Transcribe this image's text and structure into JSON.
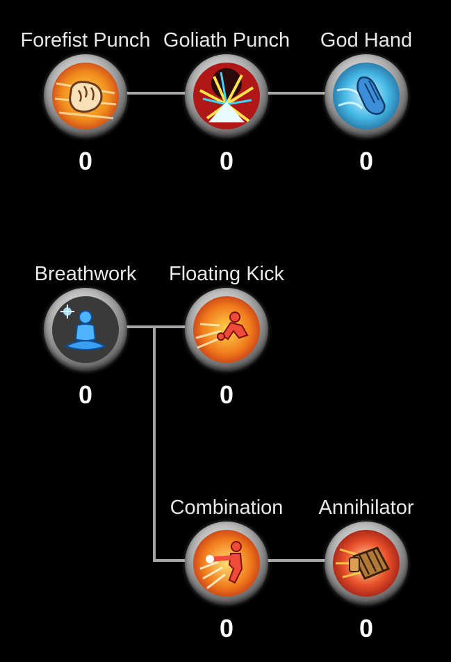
{
  "skill_tree": {
    "row1": {
      "forefist_punch": {
        "name": "Forefist Punch",
        "level": "0",
        "icon": "fist-icon"
      },
      "goliath_punch": {
        "name": "Goliath Punch",
        "level": "0",
        "icon": "impact-burst-icon"
      },
      "god_hand": {
        "name": "God Hand",
        "level": "0",
        "icon": "praying-hands-icon"
      }
    },
    "row2": {
      "breathwork": {
        "name": "Breathwork",
        "level": "0",
        "icon": "meditation-icon"
      },
      "floating_kick": {
        "name": "Floating Kick",
        "level": "0",
        "icon": "flying-kick-icon"
      }
    },
    "row3": {
      "combination": {
        "name": "Combination",
        "level": "0",
        "icon": "combo-strike-icon"
      },
      "annihilator": {
        "name": "Annihilator",
        "level": "0",
        "icon": "gauntlet-icon"
      }
    }
  },
  "colors": {
    "background": "#000000",
    "connector": "#a6a6a6",
    "label": "#e8e8e8",
    "level": "#ffffff"
  }
}
